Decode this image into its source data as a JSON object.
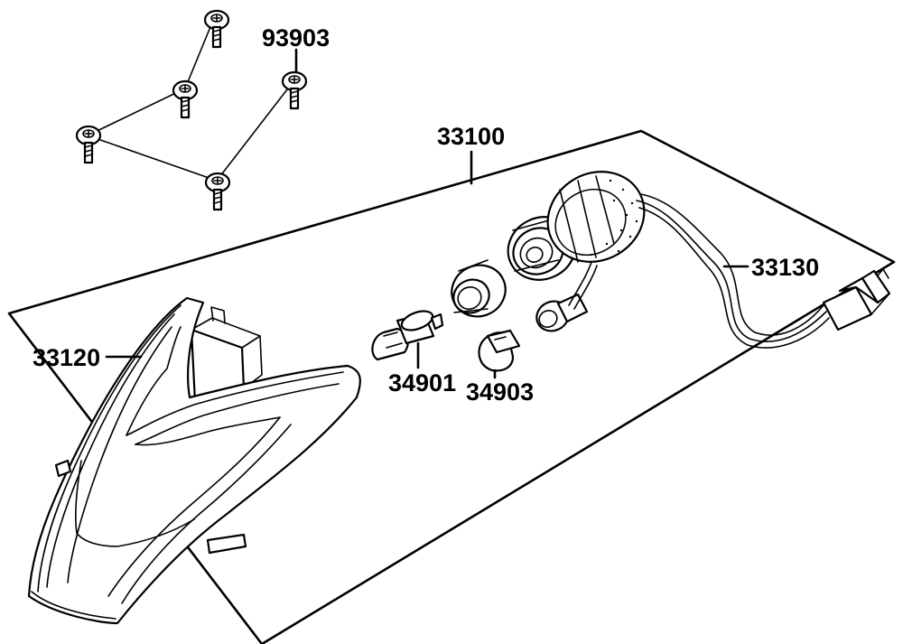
{
  "callouts": {
    "bolt": "93903",
    "assembly": "33100",
    "wiring_harness": "33130",
    "lens_housing": "33120",
    "bulb_large": "34901",
    "bulb_small": "34903"
  }
}
